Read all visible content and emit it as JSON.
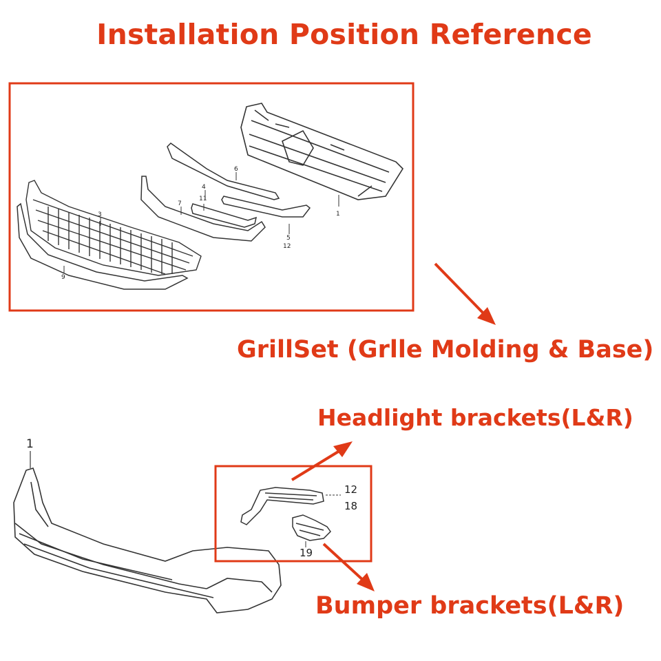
{
  "title": "Installation Position Reference",
  "labels": {
    "grillset": "GrillSet (Grlle Molding & Base)",
    "headlight": "Headlight brackets(L&R)",
    "bumper": "Bumper brackets(L&R)"
  },
  "grill_callouts": [
    "1",
    "3",
    "4",
    "5",
    "6",
    "7",
    "9",
    "11",
    "12"
  ],
  "bumper_callouts": [
    "1",
    "12",
    "18",
    "19"
  ],
  "colors": {
    "accent_red": "#e03a17",
    "line": "#333333"
  }
}
